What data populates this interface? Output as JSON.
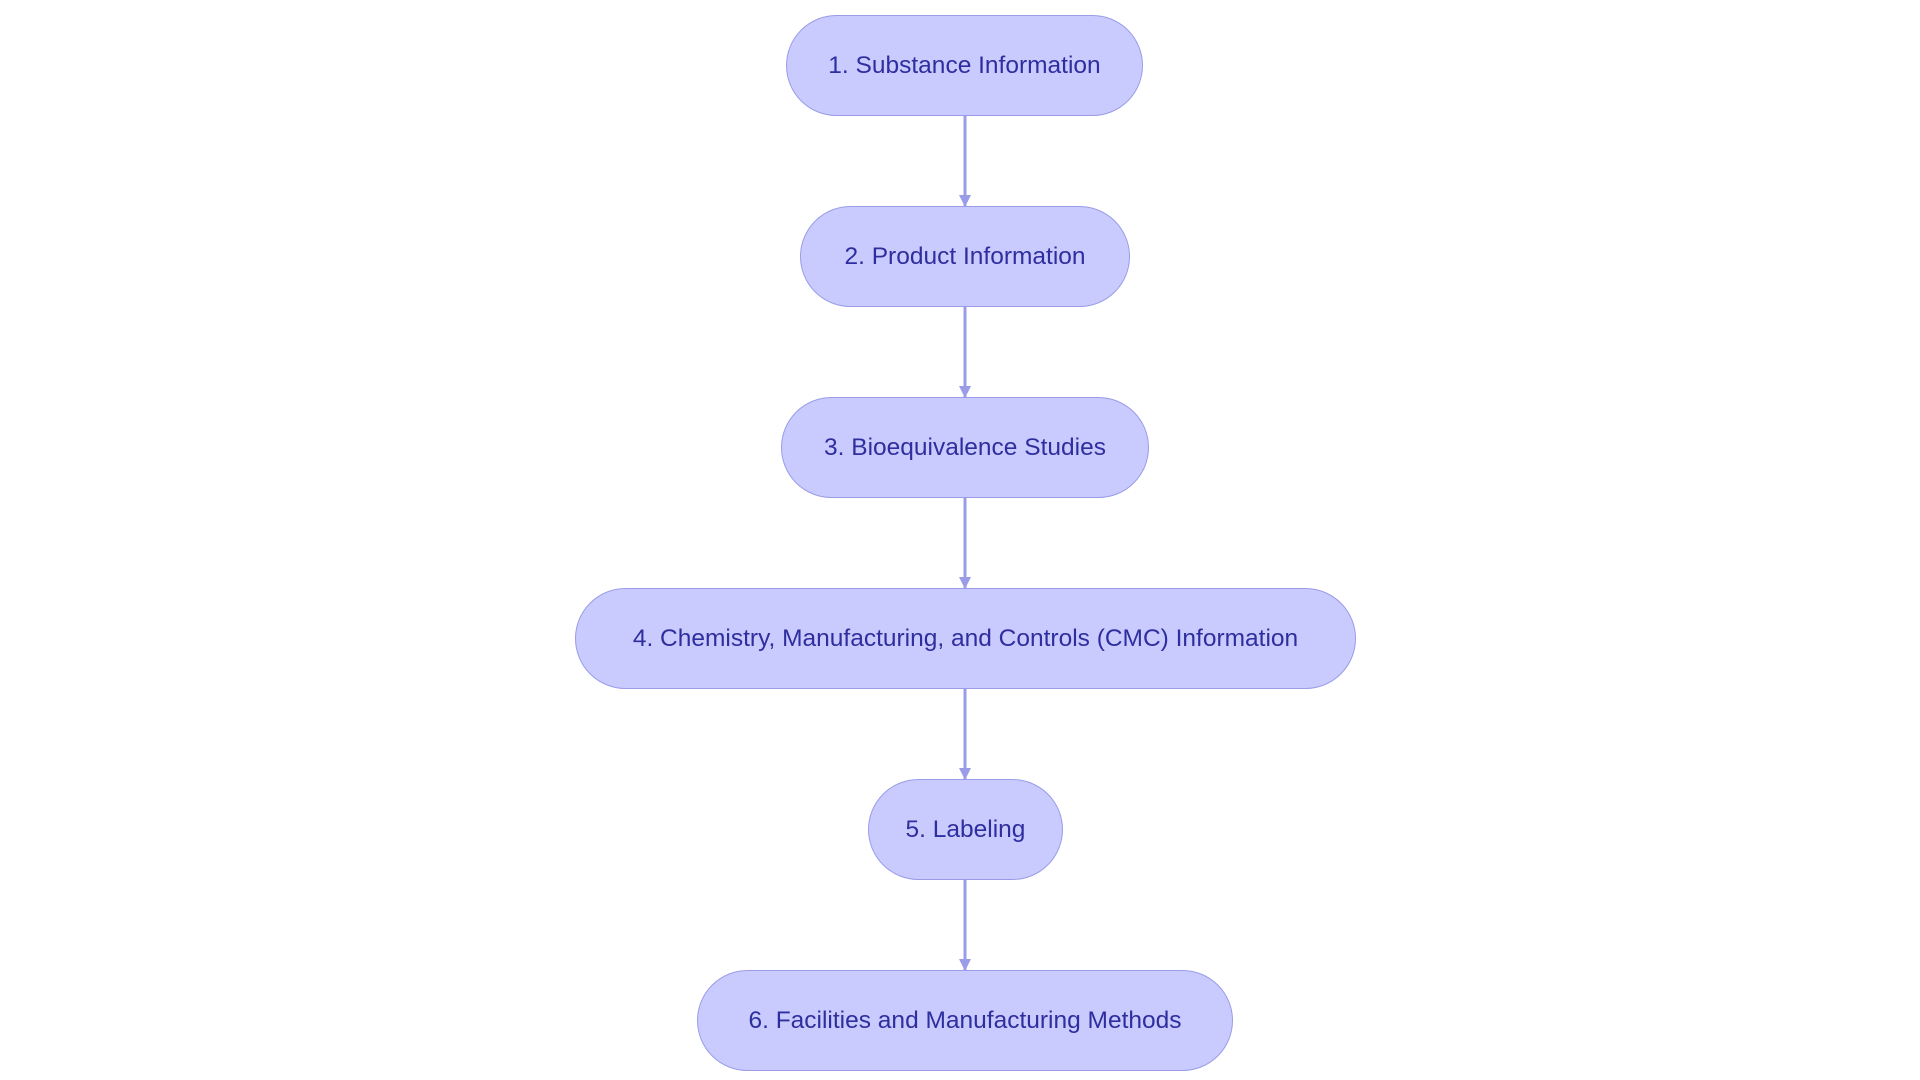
{
  "diagram": {
    "nodes": [
      {
        "label": "1. Substance Information"
      },
      {
        "label": "2. Product Information"
      },
      {
        "label": "3. Bioequivalence Studies"
      },
      {
        "label": "4. Chemistry, Manufacturing, and Controls (CMC) Information"
      },
      {
        "label": "5. Labeling"
      },
      {
        "label": "6. Facilities and Manufacturing Methods"
      }
    ],
    "colors": {
      "node_fill": "#c9cbff",
      "node_border": "#9a9ce8",
      "node_text": "#2e2e9e",
      "edge": "#9a9ce8"
    }
  }
}
